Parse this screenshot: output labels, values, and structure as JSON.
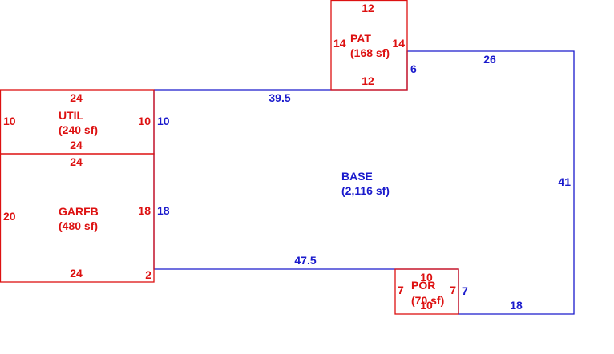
{
  "colors": {
    "base": "#1a1acc",
    "addon": "#dd1111",
    "background": "#ffffff"
  },
  "areas": {
    "base": {
      "name": "BASE",
      "area": "(2,116 sf)"
    },
    "pat": {
      "name": "PAT",
      "area": "(168 sf)"
    },
    "util": {
      "name": "UTIL",
      "area": "(240 sf)"
    },
    "garfb": {
      "name": "GARFB",
      "area": "(480 sf)"
    },
    "por": {
      "name": "POR",
      "area": "(70 sf)"
    }
  },
  "dimensions": {
    "base": {
      "top": "39.5",
      "top_right": "26",
      "right": "41",
      "bottom_right": "18",
      "bottom": "47.5",
      "left_upper": "10",
      "left_lower": "18",
      "pat_step": "6",
      "por_step": "7"
    },
    "pat": {
      "top": "12",
      "bottom": "12",
      "left": "14",
      "right": "14"
    },
    "util": {
      "top": "24",
      "bottom": "24",
      "left": "10",
      "right": "10"
    },
    "garfb": {
      "top": "24",
      "bottom": "24",
      "left": "20",
      "right": "18",
      "corner": "2"
    },
    "por": {
      "top": "10",
      "bottom": "10",
      "left": "7",
      "right": "7"
    }
  }
}
